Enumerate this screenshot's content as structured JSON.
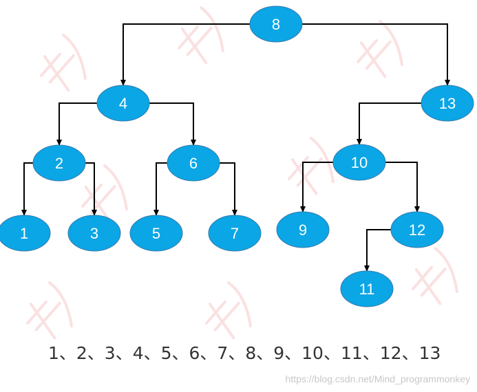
{
  "colors": {
    "node_fill": "#0aa6e6",
    "node_stroke": "#3a78a8",
    "node_text": "#ffffff",
    "edge": "#000000",
    "watermark_bg": "#f6c8c8"
  },
  "tree": {
    "nodes": [
      {
        "id": "8",
        "label": "8"
      },
      {
        "id": "4",
        "label": "4"
      },
      {
        "id": "13",
        "label": "13"
      },
      {
        "id": "2",
        "label": "2"
      },
      {
        "id": "6",
        "label": "6"
      },
      {
        "id": "10",
        "label": "10"
      },
      {
        "id": "1",
        "label": "1"
      },
      {
        "id": "3",
        "label": "3"
      },
      {
        "id": "5",
        "label": "5"
      },
      {
        "id": "7",
        "label": "7"
      },
      {
        "id": "9",
        "label": "9"
      },
      {
        "id": "12",
        "label": "12"
      },
      {
        "id": "11",
        "label": "11"
      }
    ],
    "edges": [
      {
        "from": "8",
        "to": "4"
      },
      {
        "from": "8",
        "to": "13"
      },
      {
        "from": "4",
        "to": "2"
      },
      {
        "from": "4",
        "to": "6"
      },
      {
        "from": "13",
        "to": "10"
      },
      {
        "from": "2",
        "to": "1"
      },
      {
        "from": "2",
        "to": "3"
      },
      {
        "from": "6",
        "to": "5"
      },
      {
        "from": "6",
        "to": "7"
      },
      {
        "from": "10",
        "to": "9"
      },
      {
        "from": "10",
        "to": "12"
      },
      {
        "from": "12",
        "to": "11"
      }
    ]
  },
  "caption": "1、2、3、4、5、6、7、8、9、10、11、12、13",
  "watermark_url": "https://blog.csdn.net/Mind_programmonkey"
}
